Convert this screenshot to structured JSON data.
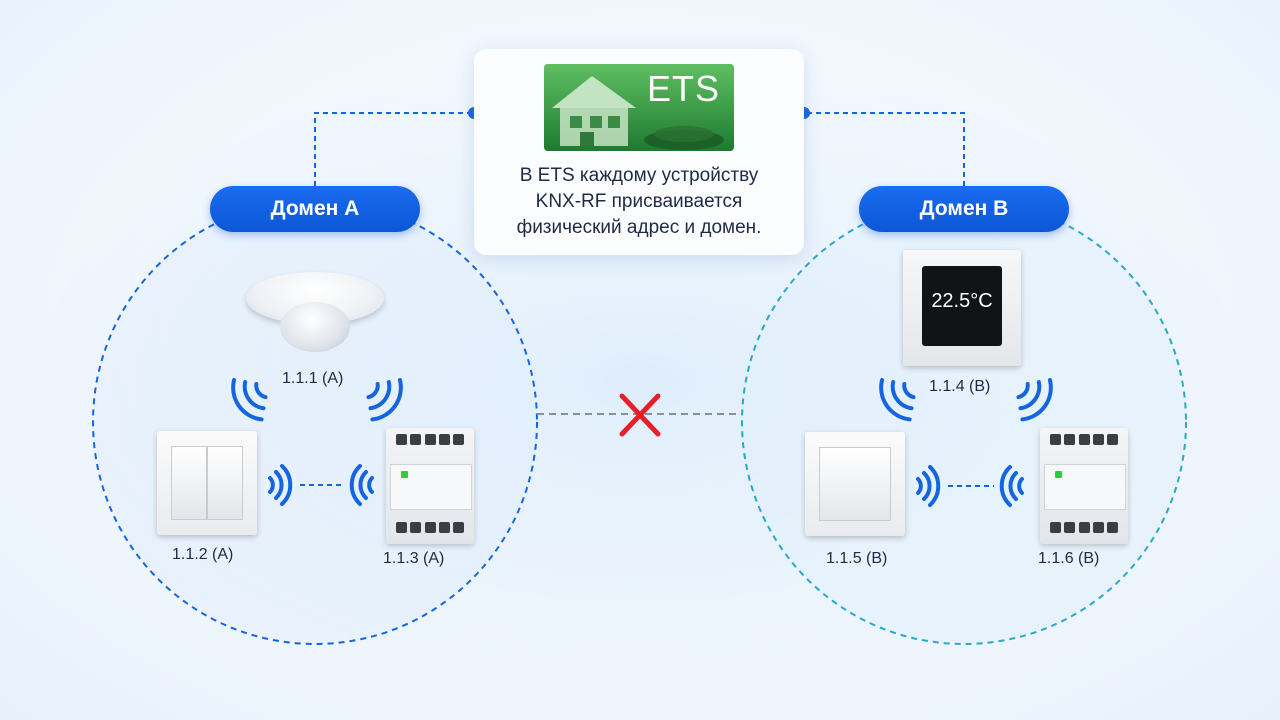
{
  "ets_card": {
    "logo_text": "ETS",
    "description_lines": [
      "В ETS каждому устройству",
      "KNX-RF присваивается",
      "физический адрес и домен."
    ]
  },
  "domains": [
    {
      "name": "Домен A",
      "color": "#1565e0",
      "devices": [
        {
          "type": "motion-sensor",
          "label": "1.1.1 (A)"
        },
        {
          "type": "wall-switch",
          "label": "1.1.2 (A)"
        },
        {
          "type": "din-actuator",
          "label": "1.1.3 (A)"
        }
      ]
    },
    {
      "name": "Домен B",
      "color": "#27a9c9",
      "devices": [
        {
          "type": "thermostat",
          "label": "1.1.4 (B)",
          "display": "22.5°C"
        },
        {
          "type": "wall-switch",
          "label": "1.1.5 (B)"
        },
        {
          "type": "din-actuator",
          "label": "1.1.6 (B)"
        }
      ]
    }
  ],
  "blocked_link_icon": "red-cross-icon",
  "colors": {
    "accent_blue": "#0c57d6",
    "domain_b_teal": "#27a9c9",
    "blocked_red": "#e5202a"
  }
}
